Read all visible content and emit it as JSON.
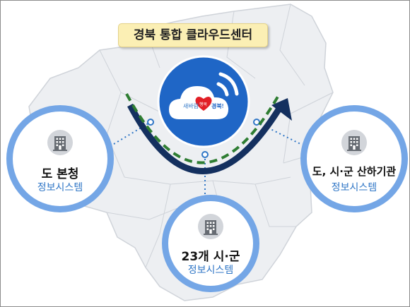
{
  "title": "경북 통합 클라우드센터",
  "logo": {
    "text_left": "새바람",
    "text_heart": "행복",
    "text_right": "경북!"
  },
  "nodes": [
    {
      "id": "province",
      "name": "도 본청",
      "sub": "정보시스템"
    },
    {
      "id": "agencies",
      "name": "도, 시·군 산하기관",
      "sub": "정보시스템"
    },
    {
      "id": "cities",
      "name": "23개 시·군",
      "sub": "정보시스템"
    }
  ],
  "colors": {
    "title_bg": "#fbefb4",
    "node_ring": "#74a6e6",
    "center_circle": "#1f66c6",
    "arc_navy": "#14305f",
    "arc_green": "#2e7d32",
    "subtitle_text": "#2f76c6",
    "map_fill": "#edeff2"
  },
  "icons": [
    "cloud-icon",
    "wifi-icon",
    "heart-icon",
    "building-icon"
  ]
}
